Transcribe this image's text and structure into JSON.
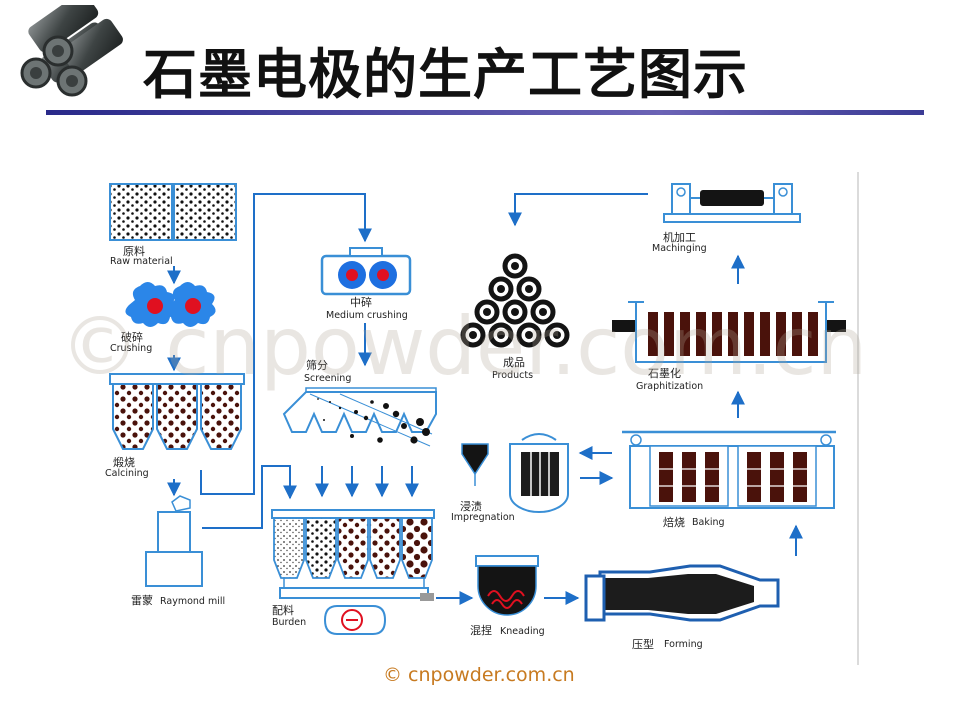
{
  "slide": {
    "title": "石墨电极的生产工艺图示",
    "credit": "© cnpowder.com.cn",
    "watermark": "© cnpowder.com.cn"
  },
  "stages": {
    "raw_material": {
      "zh": "原料",
      "en": "Raw material"
    },
    "crushing": {
      "zh": "破碎",
      "en": "Crushing"
    },
    "calcining": {
      "zh": "煅烧",
      "en": "Calcining"
    },
    "raymond_mill": {
      "zh": "雷蒙",
      "en": "Raymond mill"
    },
    "medium_crushing": {
      "zh": "中碎",
      "en": "Medium crushing"
    },
    "screening": {
      "zh": "筛分",
      "en": "Screening"
    },
    "burden": {
      "zh": "配料",
      "en": "Burden"
    },
    "kneading": {
      "zh": "混捏",
      "en": "Kneading"
    },
    "forming": {
      "zh": "压型",
      "en": "Forming"
    },
    "impregnation": {
      "zh": "浸渍",
      "en": "Impregnation"
    },
    "baking": {
      "zh": "焙烧",
      "en": "Baking"
    },
    "graphitization": {
      "zh": "石墨化",
      "en": "Graphitization"
    },
    "machining": {
      "zh": "机加工",
      "en": "Machinging"
    },
    "products": {
      "zh": "成品",
      "en": "Products"
    }
  },
  "colors": {
    "flow_arrow": "#1e6fc8",
    "equipment_outline": "#3a8fd6",
    "particle": "#111111",
    "particle_red": "#6b1a12",
    "electrode_red": "#e01020",
    "electrode_blue": "#1e6fe0",
    "title_rule": "#3b3b95",
    "credit": "#c77a20"
  }
}
